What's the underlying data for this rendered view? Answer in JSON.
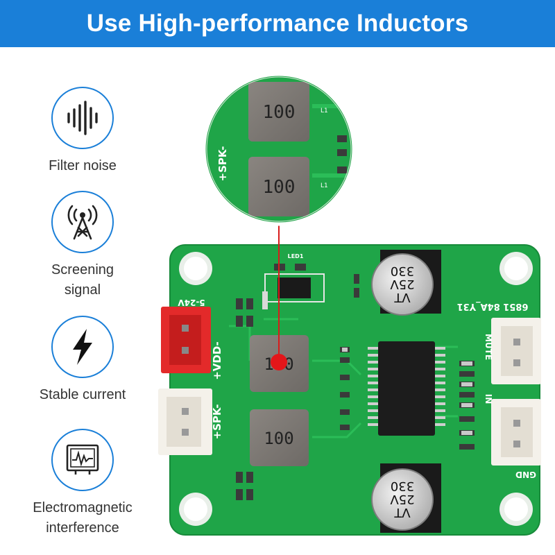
{
  "banner": {
    "title": "Use High-performance Inductors"
  },
  "colors": {
    "accent": "#1a7fd8",
    "pcb": "#1fa548",
    "text": "#333333"
  },
  "features": [
    {
      "icon": "sound-wave-icon",
      "label_lines": [
        "Filter noise"
      ]
    },
    {
      "icon": "signal-tower-icon",
      "label_lines": [
        "Screening",
        "signal"
      ]
    },
    {
      "icon": "lightning-bolt-icon",
      "label_lines": [
        "Stable current"
      ]
    },
    {
      "icon": "oscilloscope-icon",
      "label_lines": [
        "Electromagnetic",
        "interference"
      ]
    }
  ],
  "board": {
    "inductor_marking": "100",
    "inductor_ref": "L1",
    "capacitor_value": "330",
    "capacitor_voltage": "25V",
    "capacitor_series": "VT",
    "silk_vdd": "+VDD-",
    "silk_voltage": "5-24V",
    "silk_spk": "+SPK-",
    "silk_model": "6851 84A_Y31",
    "silk_mute": "MUTE",
    "silk_in": "IN",
    "silk_gnd": "GND",
    "silk_led": "LED1"
  }
}
